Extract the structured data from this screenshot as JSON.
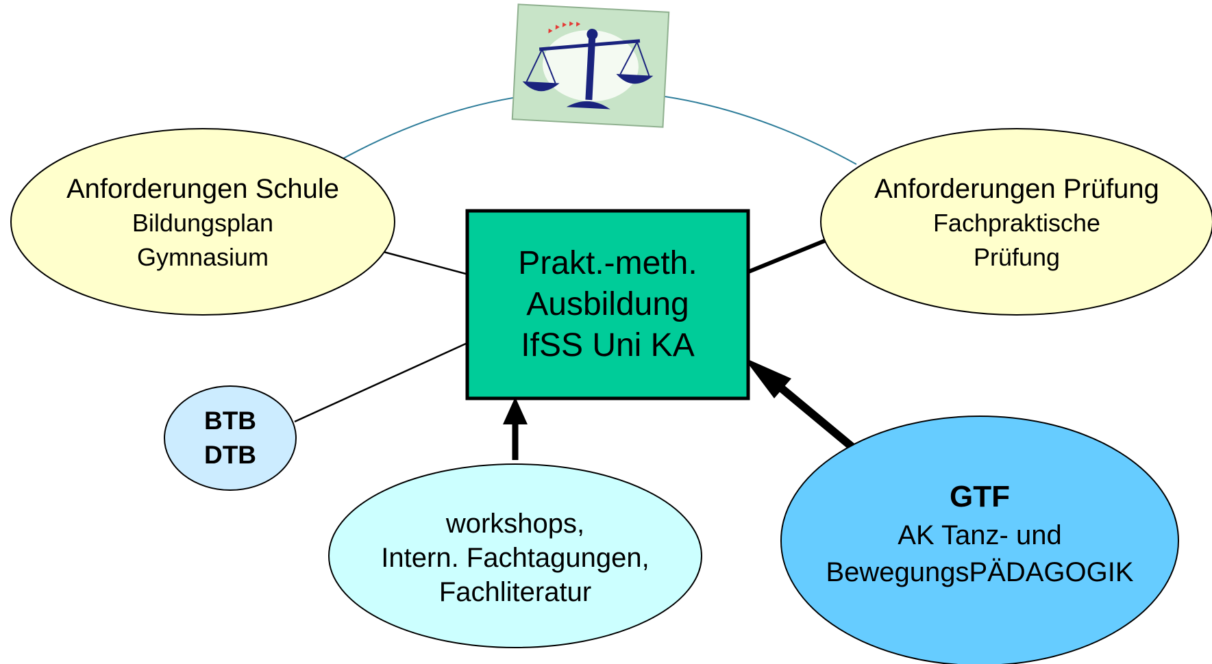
{
  "nodes": {
    "schule": {
      "title": "Anforderungen Schule",
      "line1": "Bildungsplan",
      "line2": "Gymnasium",
      "fill": "#FFFFCC"
    },
    "pruefung": {
      "title": "Anforderungen Prüfung",
      "line1": "Fachpraktische",
      "line2": "Prüfung",
      "fill": "#FFFFCC"
    },
    "center": {
      "line1": "Prakt.-meth.",
      "line2": "Ausbildung",
      "line3": "IfSS Uni KA",
      "fill": "#00CC99"
    },
    "btb": {
      "line1": "BTB",
      "line2": "DTB",
      "fill": "#CCECFF"
    },
    "workshops": {
      "line1": "workshops,",
      "line2": "Intern. Fachtagungen,",
      "line3": "Fachliteratur",
      "fill": "#CCFFFF"
    },
    "gtf": {
      "title": "GTF",
      "line1": "AK Tanz- und",
      "line2": "BewegungsPÄDAGOGIK",
      "fill": "#66CCFF"
    }
  },
  "icon": {
    "name": "balance-scale-icon",
    "card_fill": "#C8E4C8",
    "scale_color": "#1A237E",
    "marker_color": "#E53935"
  },
  "colors": {
    "arc_line": "#2E7D9A",
    "connector": "#000000"
  }
}
